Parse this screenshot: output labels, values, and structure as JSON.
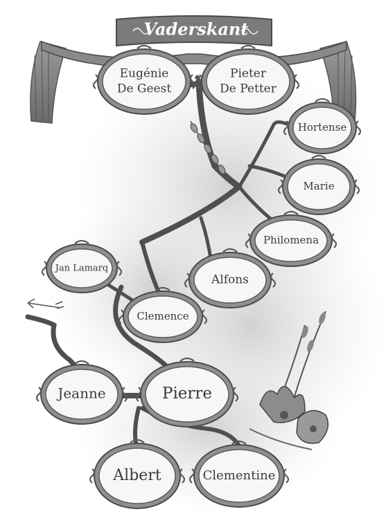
{
  "banner": {
    "title": "Vaderskant"
  },
  "nodes": {
    "eugenie": {
      "line1": "Eugénie",
      "line2": "De Geest"
    },
    "pieter": {
      "line1": "Pieter",
      "line2": "De Petter"
    },
    "hortense": {
      "line1": "Hortense"
    },
    "marie": {
      "line1": "Marie"
    },
    "philomena": {
      "line1": "Philomena"
    },
    "alfons": {
      "line1": "Alfons"
    },
    "jan": {
      "line1": "Jan Lamarq"
    },
    "clemence": {
      "line1": "Clemence"
    },
    "jeanne": {
      "line1": "Jeanne"
    },
    "pierre": {
      "line1": "Pierre"
    },
    "albert": {
      "line1": "Albert"
    },
    "clementine": {
      "line1": "Clementine"
    }
  }
}
